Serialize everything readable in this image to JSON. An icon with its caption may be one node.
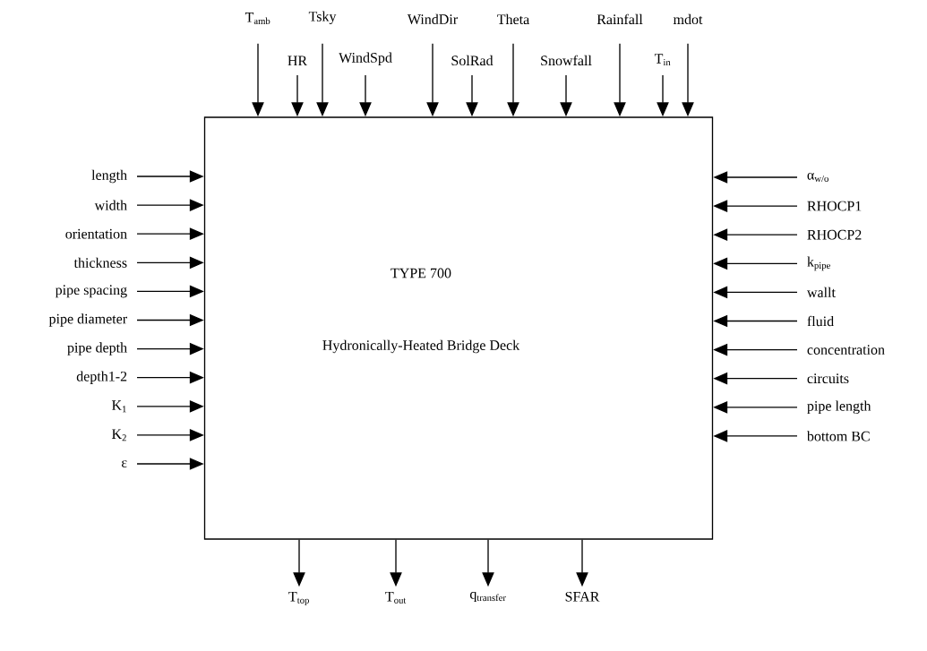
{
  "diagram": {
    "nodes": [
      {
        "text": [
          "TYPE 700",
          "Hydronically-Heated Bridge Deck"
        ]
      },
      {
        "text": [
          "T$_{amb}$"
        ]
      },
      {
        "text": [
          "HR"
        ]
      },
      {
        "text": [
          "Tsky"
        ]
      },
      {
        "text": [
          "WindSpd"
        ]
      },
      {
        "text": [
          "WindDir"
        ]
      },
      {
        "text": [
          "SolRad"
        ]
      },
      {
        "text": [
          "Theta"
        ]
      },
      {
        "text": [
          "Snowfall"
        ]
      },
      {
        "text": [
          "Rainfall"
        ]
      },
      {
        "text": [
          "T$_{in}$"
        ]
      },
      {
        "text": [
          "mdot"
        ]
      },
      {
        "text": [
          "length"
        ]
      },
      {
        "text": [
          "width"
        ]
      },
      {
        "text": [
          "orientation"
        ]
      },
      {
        "text": [
          "thickness"
        ]
      },
      {
        "text": [
          "pipe spacing"
        ]
      },
      {
        "text": [
          "pipe diameter"
        ]
      },
      {
        "text": [
          "pipe depth"
        ]
      },
      {
        "text": [
          "depth1-2"
        ]
      },
      {
        "text": [
          "K$_{1}$"
        ]
      },
      {
        "text": [
          "K$_{2}$"
        ]
      },
      {
        "text": [
          "ε"
        ]
      },
      {
        "text": [
          "α$_{w/o}$"
        ]
      },
      {
        "text": [
          "RHOCP1"
        ]
      },
      {
        "text": [
          "RHOCP2"
        ]
      },
      {
        "text": [
          "k$_{pipe}$"
        ]
      },
      {
        "text": [
          "wallt"
        ]
      },
      {
        "text": [
          "fluid"
        ]
      },
      {
        "text": [
          "concentration"
        ]
      },
      {
        "text": [
          "circuits"
        ]
      },
      {
        "text": [
          "pipe length"
        ]
      },
      {
        "text": [
          "bottom BC"
        ]
      },
      {
        "text": [
          "T$_{top}$"
        ]
      },
      {
        "text": [
          "T$_{out}$"
        ]
      },
      {
        "text": [
          "q$_{transfer}$"
        ]
      },
      {
        "text": [
          "SFAR"
        ]
      }
    ],
    "edges": [
      {
        "from": 1,
        "to": 0,
        "arrow": "to"
      },
      {
        "from": 2,
        "to": 0,
        "arrow": "to"
      },
      {
        "from": 3,
        "to": 0,
        "arrow": "to"
      },
      {
        "from": 4,
        "to": 0,
        "arrow": "to"
      },
      {
        "from": 5,
        "to": 0,
        "arrow": "to"
      },
      {
        "from": 6,
        "to": 0,
        "arrow": "to"
      },
      {
        "from": 7,
        "to": 0,
        "arrow": "to"
      },
      {
        "from": 8,
        "to": 0,
        "arrow": "to"
      },
      {
        "from": 9,
        "to": 0,
        "arrow": "to"
      },
      {
        "from": 10,
        "to": 0,
        "arrow": "to"
      },
      {
        "from": 11,
        "to": 0,
        "arrow": "to"
      },
      {
        "from": 12,
        "to": 0,
        "arrow": "to"
      },
      {
        "from": 13,
        "to": 0,
        "arrow": "to"
      },
      {
        "from": 14,
        "to": 0,
        "arrow": "to"
      },
      {
        "from": 15,
        "to": 0,
        "arrow": "to"
      },
      {
        "from": 16,
        "to": 0,
        "arrow": "to"
      },
      {
        "from": 17,
        "to": 0,
        "arrow": "to"
      },
      {
        "from": 18,
        "to": 0,
        "arrow": "to"
      },
      {
        "from": 19,
        "to": 0,
        "arrow": "to"
      },
      {
        "from": 20,
        "to": 0,
        "arrow": "to"
      },
      {
        "from": 21,
        "to": 0,
        "arrow": "to"
      },
      {
        "from": 22,
        "to": 0,
        "arrow": "to"
      },
      {
        "from": 23,
        "to": 0,
        "arrow": "to"
      },
      {
        "from": 24,
        "to": 0,
        "arrow": "to"
      },
      {
        "from": 25,
        "to": 0,
        "arrow": "to"
      },
      {
        "from": 26,
        "to": 0,
        "arrow": "to"
      },
      {
        "from": 27,
        "to": 0,
        "arrow": "to"
      },
      {
        "from": 28,
        "to": 0,
        "arrow": "to"
      },
      {
        "from": 29,
        "to": 0,
        "arrow": "to"
      },
      {
        "from": 30,
        "to": 0,
        "arrow": "to"
      },
      {
        "from": 31,
        "to": 0,
        "arrow": "to"
      },
      {
        "from": 32,
        "to": 0,
        "arrow": "to"
      },
      {
        "from": 0,
        "to": 33,
        "arrow": "to"
      },
      {
        "from": 0,
        "to": 34,
        "arrow": "to"
      },
      {
        "from": 0,
        "to": 35,
        "arrow": "to"
      },
      {
        "from": 0,
        "to": 36,
        "arrow": "to"
      }
    ]
  }
}
